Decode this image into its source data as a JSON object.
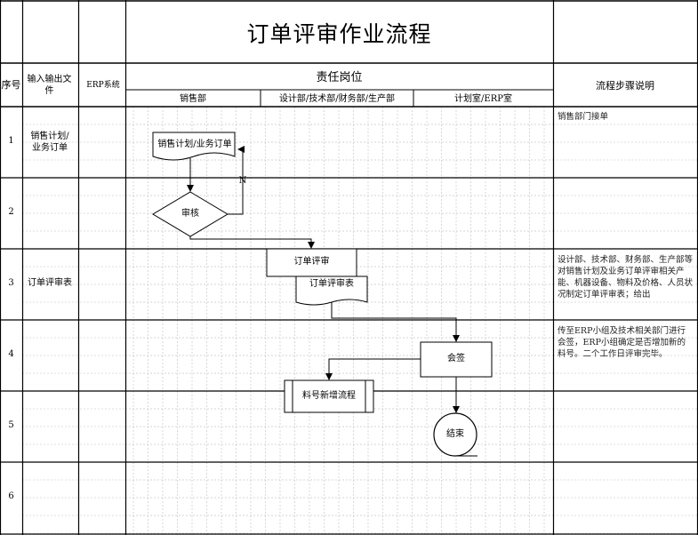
{
  "title": "订单评审作业流程",
  "header": {
    "seq": "序号",
    "io": "输入输出文件",
    "erp": "ERP系统",
    "responsibility": "责任岗位",
    "dept_sales": "销售部",
    "dept_design": "设计部/技术部/财务部/生产部",
    "dept_plan": "计划室/ERP室",
    "steps": "流程步骤说明"
  },
  "rows": [
    {
      "num": "1",
      "io": "销售计划/业务订单",
      "note": "销售部门接单"
    },
    {
      "num": "2",
      "io": "",
      "note": ""
    },
    {
      "num": "3",
      "io": "订单评审表",
      "note": "设计部、技术部、财务部、生产部等对销售计划及业务订单评审相关产能、机器设备、物料及价格、人员状况制定订单评审表；给出"
    },
    {
      "num": "4",
      "io": "",
      "note": "传至ERP小组及技术相关部门进行会签，ERP小组确定是否增加新的料号。二个工作日评审完毕。"
    },
    {
      "num": "5",
      "io": "",
      "note": ""
    },
    {
      "num": "6",
      "io": "",
      "note": ""
    }
  ],
  "nodes": {
    "doc_plan": "销售计划/业务订单",
    "review": "审核",
    "no_label": "N",
    "order_review": "订单评审",
    "review_form": "订单评审表",
    "countersign": "会签",
    "new_part": "料号新增流程",
    "end": "结束"
  }
}
